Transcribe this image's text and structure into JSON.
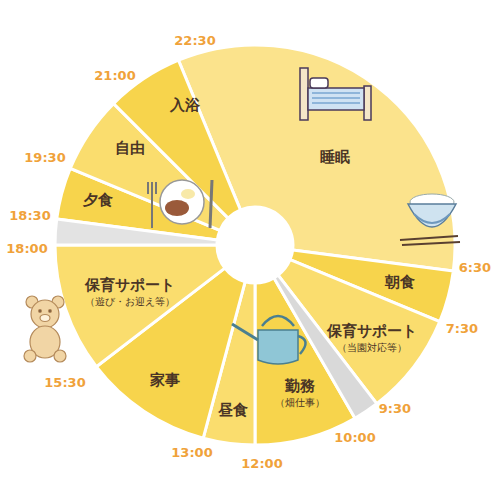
{
  "diagram": {
    "nodes": [
      {
        "text": [
          "睡眠"
        ]
      },
      {
        "text": [
          "朝食"
        ]
      },
      {
        "text": [
          "保育サポート",
          "（当園対応等）"
        ]
      },
      {
        "text": [
          "勤務",
          "（畑仕事）"
        ]
      },
      {
        "text": [
          "昼食"
        ]
      },
      {
        "text": [
          "家事"
        ]
      },
      {
        "text": [
          "保育サポート",
          "（遊び・お迎え等）"
        ]
      },
      {
        "text": [
          "夕食"
        ]
      },
      {
        "text": [
          "自由"
        ]
      },
      {
        "text": [
          "入浴"
        ]
      }
    ],
    "labels": [
      "22:30",
      "21:00",
      "19:30",
      "18:30",
      "18:00",
      "6:30",
      "7:30",
      "9:30",
      "10:00",
      "12:00",
      "13:00",
      "15:30"
    ]
  }
}
